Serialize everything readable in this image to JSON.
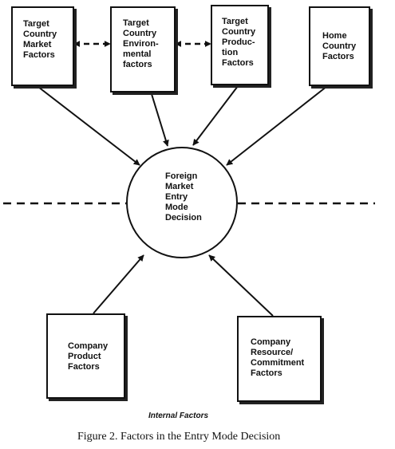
{
  "boxes": {
    "target_market": {
      "lines": [
        "Target",
        "Country",
        "Market",
        "Factors"
      ]
    },
    "target_environmental": {
      "lines": [
        "Target",
        "Country",
        "Environ-",
        "mental",
        "factors"
      ]
    },
    "target_production": {
      "lines": [
        "Target",
        "Country",
        "Produc-",
        "tion",
        "Factors"
      ]
    },
    "home_country": {
      "lines": [
        "Home",
        "Country",
        "Factors"
      ]
    },
    "company_product": {
      "lines": [
        "Company",
        "Product",
        "Factors"
      ]
    },
    "company_resource": {
      "lines": [
        "Company",
        "Resource/",
        "Commitment",
        "Factors"
      ]
    }
  },
  "center": {
    "lines": [
      "Foreign",
      "Market",
      "Entry",
      "Mode",
      "Decision"
    ]
  },
  "internal_label": "Internal Factors",
  "caption": "Figure 2. Factors in the Entry Mode Decision"
}
